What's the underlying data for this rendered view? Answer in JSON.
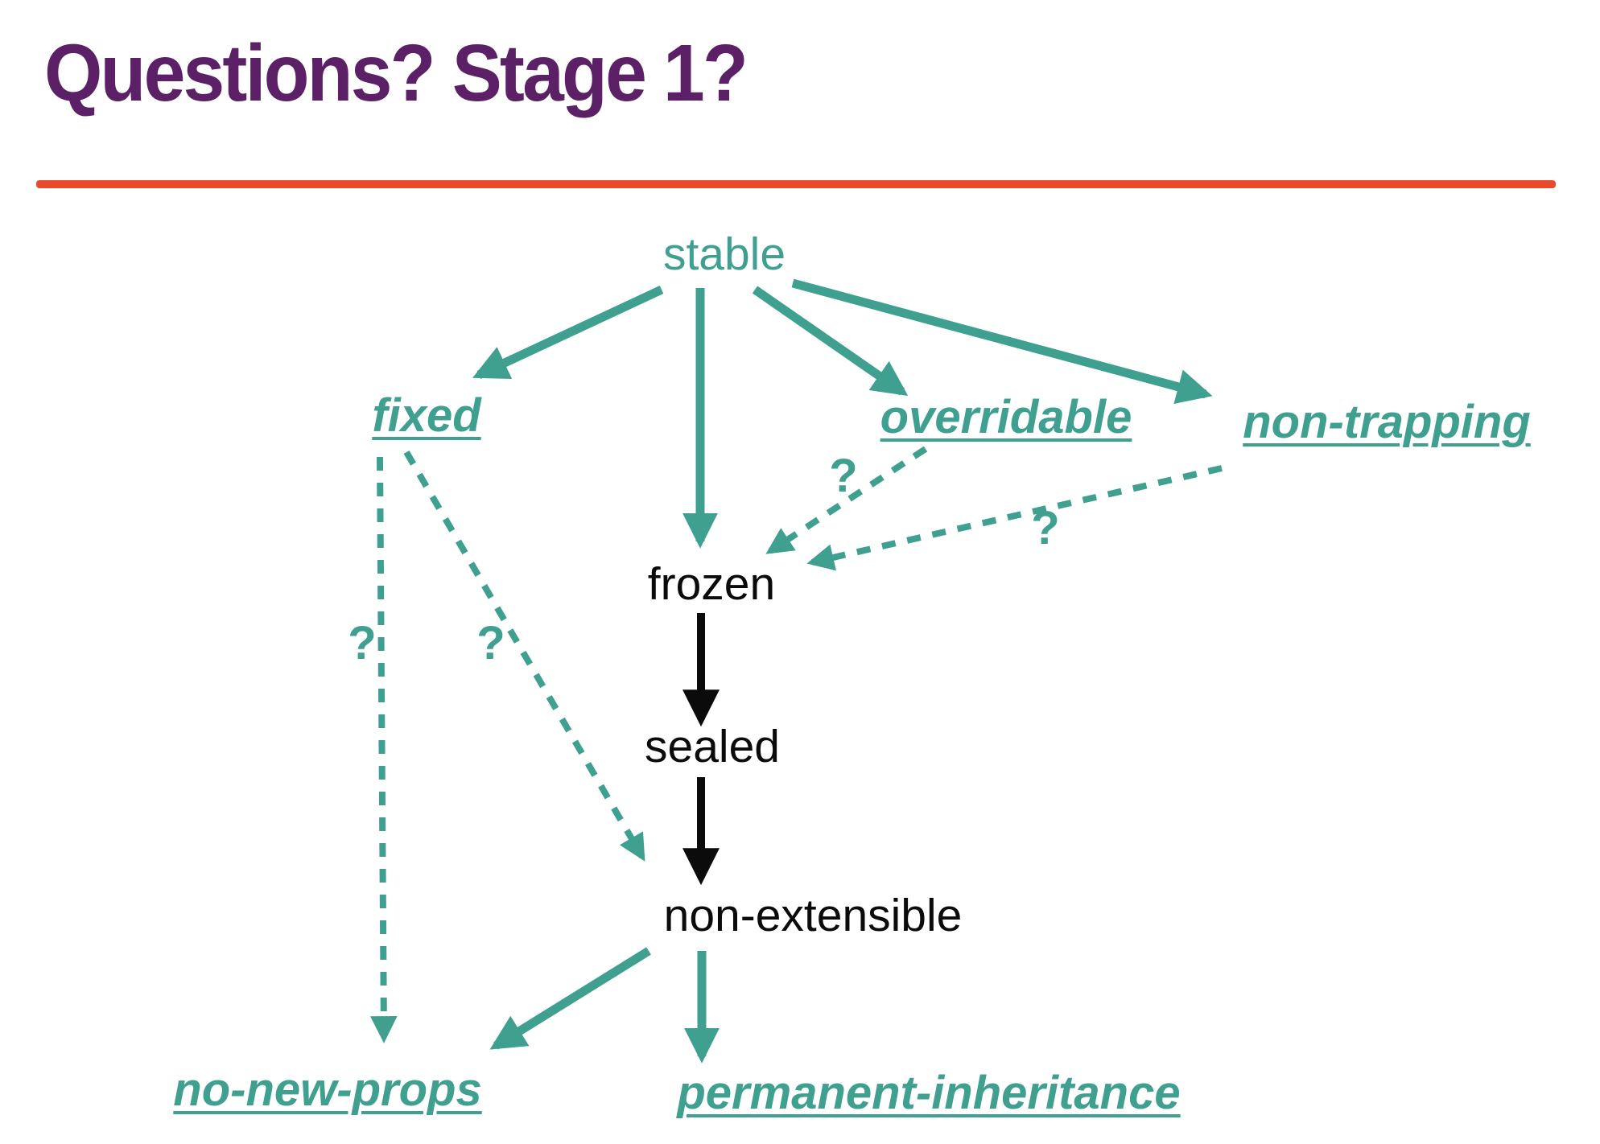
{
  "slide": {
    "title": "Questions? Stage 1?",
    "colors": {
      "title_purple": "#5C2066",
      "rule_orange": "#E94A2B",
      "teal": "#3FA090",
      "node_black": "#0B0B0B",
      "background": "#FFFFFF"
    }
  },
  "diagram": {
    "nodes": [
      {
        "id": "stable",
        "label": "stable",
        "emphasis": false,
        "color": "teal"
      },
      {
        "id": "fixed",
        "label": "fixed",
        "emphasis": true,
        "color": "teal"
      },
      {
        "id": "overridable",
        "label": "overridable",
        "emphasis": true,
        "color": "teal"
      },
      {
        "id": "non-trapping",
        "label": "non-trapping",
        "emphasis": true,
        "color": "teal"
      },
      {
        "id": "frozen",
        "label": "frozen",
        "emphasis": false,
        "color": "black"
      },
      {
        "id": "sealed",
        "label": "sealed",
        "emphasis": false,
        "color": "black"
      },
      {
        "id": "non-extensible",
        "label": "non-extensible",
        "emphasis": false,
        "color": "black"
      },
      {
        "id": "no-new-props",
        "label": "no-new-props",
        "emphasis": true,
        "color": "teal"
      },
      {
        "id": "permanent-inheritance",
        "label": "permanent-inheritance",
        "emphasis": true,
        "color": "teal"
      }
    ],
    "edges": [
      {
        "from": "stable",
        "to": "fixed",
        "line": "solid",
        "color": "teal"
      },
      {
        "from": "stable",
        "to": "frozen",
        "line": "solid",
        "color": "teal"
      },
      {
        "from": "stable",
        "to": "overridable",
        "line": "solid",
        "color": "teal"
      },
      {
        "from": "stable",
        "to": "non-trapping",
        "line": "solid",
        "color": "teal"
      },
      {
        "from": "frozen",
        "to": "sealed",
        "line": "solid",
        "color": "black"
      },
      {
        "from": "sealed",
        "to": "non-extensible",
        "line": "solid",
        "color": "black"
      },
      {
        "from": "non-extensible",
        "to": "no-new-props",
        "line": "solid",
        "color": "teal"
      },
      {
        "from": "non-extensible",
        "to": "permanent-inheritance",
        "line": "solid",
        "color": "teal"
      },
      {
        "from": "fixed",
        "to": "no-new-props",
        "line": "dashed",
        "color": "teal",
        "label": "?"
      },
      {
        "from": "fixed",
        "to": "non-extensible",
        "line": "dashed",
        "color": "teal",
        "label": "?"
      },
      {
        "from": "overridable",
        "to": "frozen",
        "line": "dashed",
        "color": "teal",
        "label": "?"
      },
      {
        "from": "non-trapping",
        "to": "frozen",
        "line": "dashed",
        "color": "teal",
        "label": "?"
      }
    ]
  }
}
